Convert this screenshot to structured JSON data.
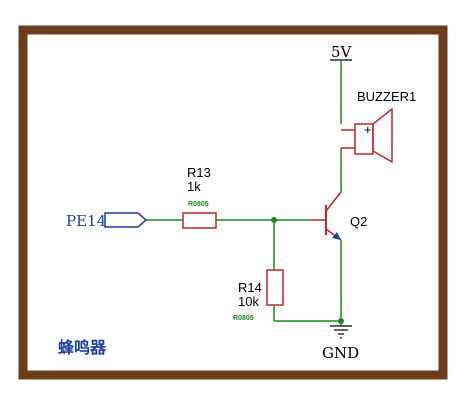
{
  "colors": {
    "frame": "#6b3d1a",
    "wire": "#1a8a1a",
    "part": "#c0262a",
    "text": "#000000",
    "net_label": "#1f3fa8",
    "footprint": "#1a8a1a",
    "junction": "#1a8a1a"
  },
  "supply": {
    "label": "5V"
  },
  "ground": {
    "label": "GND"
  },
  "input_port": {
    "label": "PE14"
  },
  "r13": {
    "ref": "R13",
    "value": "1k",
    "footprint": "R0805"
  },
  "r14": {
    "ref": "R14",
    "value": "10k",
    "footprint": "R0805"
  },
  "q2": {
    "ref": "Q2"
  },
  "buzzer": {
    "ref": "BUZZER1",
    "polarity": "+"
  },
  "caption": {
    "text": "蜂鸣器"
  }
}
